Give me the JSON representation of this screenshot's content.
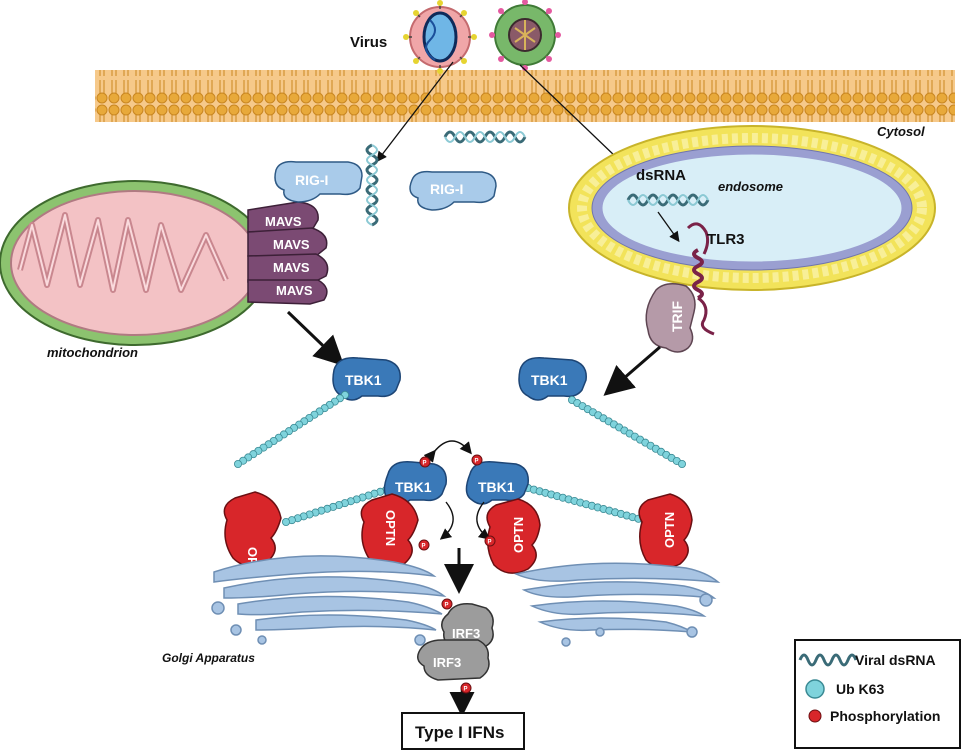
{
  "labels": {
    "virus": "Virus",
    "cytosol": "Cytosol",
    "rig_i_a": "RIG-I",
    "rig_i_b": "RIG-I",
    "dsrna": "dsRNA",
    "endosome": "endosome",
    "tlr3": "TLR3",
    "trif": "TRIF",
    "mavs": [
      "MAVS",
      "MAVS",
      "MAVS",
      "MAVS"
    ],
    "mitochondrion": "mitochondrion",
    "tbk1_left": "TBK1",
    "tbk1_right": "TBK1",
    "tbk1_center_left": "TBK1",
    "tbk1_center_right": "TBK1",
    "optn": [
      "OPTN",
      "OPTN",
      "OPTN",
      "OPTN"
    ],
    "golgi": "Golgi Apparatus",
    "irf3_top": "IRF3",
    "irf3_bottom": "IRF3",
    "phospho_mark": "P",
    "output": "Type I IFNs"
  },
  "legend": {
    "items": [
      {
        "label": "Viral dsRNA",
        "icon": "wavy-rna-icon"
      },
      {
        "label": "Ub K63",
        "icon": "ubiquitin-bead-icon"
      },
      {
        "label": "Phosphorylation",
        "icon": "phospho-dot-icon"
      }
    ]
  },
  "colors": {
    "membrane_head": "#e8a93a",
    "membrane_body": "#f6c98a",
    "tbk1": "#3a79b8",
    "optn": "#d8262a",
    "ubiquitin": "#7fd3dc",
    "mavs": "#7b4a73",
    "irf3": "#9c9c9c",
    "trif": "#b59aa8",
    "golgi": "#a8c4e3",
    "endosome_outer": "#f2e35a",
    "endosome_inner": "#9a9fd1",
    "mito_outer": "#8cc36f",
    "mito_inner": "#f3c2c5"
  }
}
